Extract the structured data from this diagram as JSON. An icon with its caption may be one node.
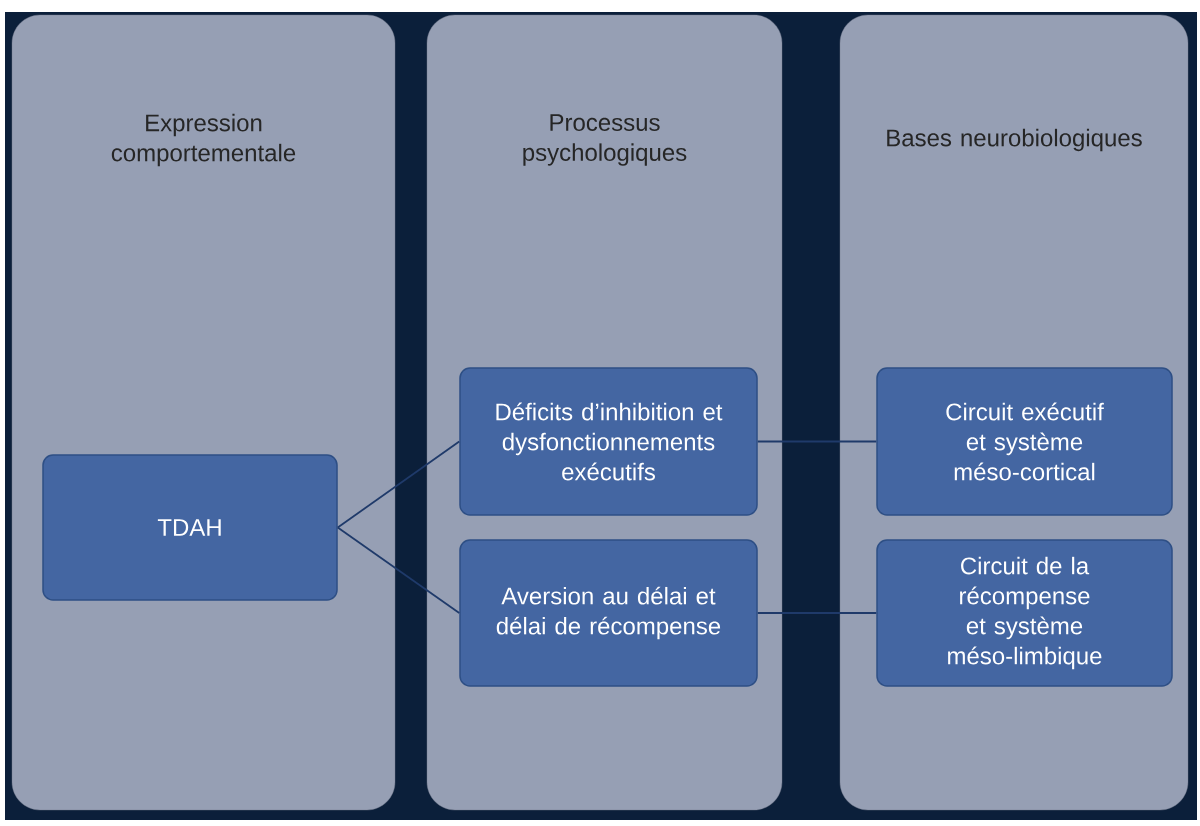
{
  "diagram": {
    "nodes": [
      {
        "text": [
          "Expression comportementale"
        ]
      },
      {
        "text": [
          "Processus psychologiques"
        ]
      },
      {
        "text": [
          "Bases neurobiologiques"
        ]
      },
      {
        "text": [
          "TDAH"
        ],
        "in": 0
      },
      {
        "text": [
          "Déficits d’inhibition et dysfonctionnements exécutifs"
        ],
        "in": 1
      },
      {
        "text": [
          "Aversion au délai et délai de récompense"
        ],
        "in": 1
      },
      {
        "text": [
          "Circuit exécutif et système méso-cortical"
        ],
        "in": 2
      },
      {
        "text": [
          "Circuit de la récompense et système méso-limbique"
        ],
        "in": 2
      }
    ],
    "edges": [
      {
        "from": 3,
        "to": 4,
        "arrow": "none"
      },
      {
        "from": 3,
        "to": 5,
        "arrow": "none"
      },
      {
        "from": 4,
        "to": 6,
        "arrow": "none"
      },
      {
        "from": 5,
        "to": 7,
        "arrow": "none"
      }
    ]
  }
}
